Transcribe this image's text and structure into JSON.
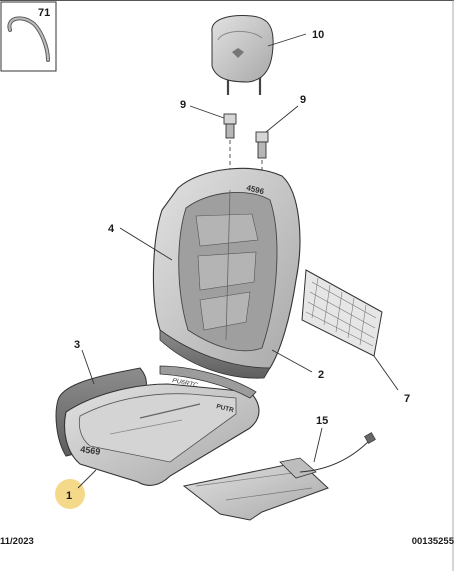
{
  "callouts": {
    "inset": "71",
    "headrest": "10",
    "guide_left": "9",
    "guide_right": "9",
    "backrest_frame": "4",
    "cushion_side": "3",
    "backrest_cover": "2",
    "net_pocket": "7",
    "heating_mat": "15",
    "cushion": "1"
  },
  "part_stamps": {
    "backrest_stamp": "4596",
    "cushion_stamp": "4569",
    "cushion_mark_a": "PU6RTC",
    "cushion_mark_b": "PUTR"
  },
  "footer": {
    "date": "11/2023",
    "reference": "00135255"
  },
  "colors": {
    "part_fill": "#c9c9c9",
    "part_shade": "#9e9e9e",
    "outline": "#333333",
    "highlight_circle": "#f5d98b"
  }
}
